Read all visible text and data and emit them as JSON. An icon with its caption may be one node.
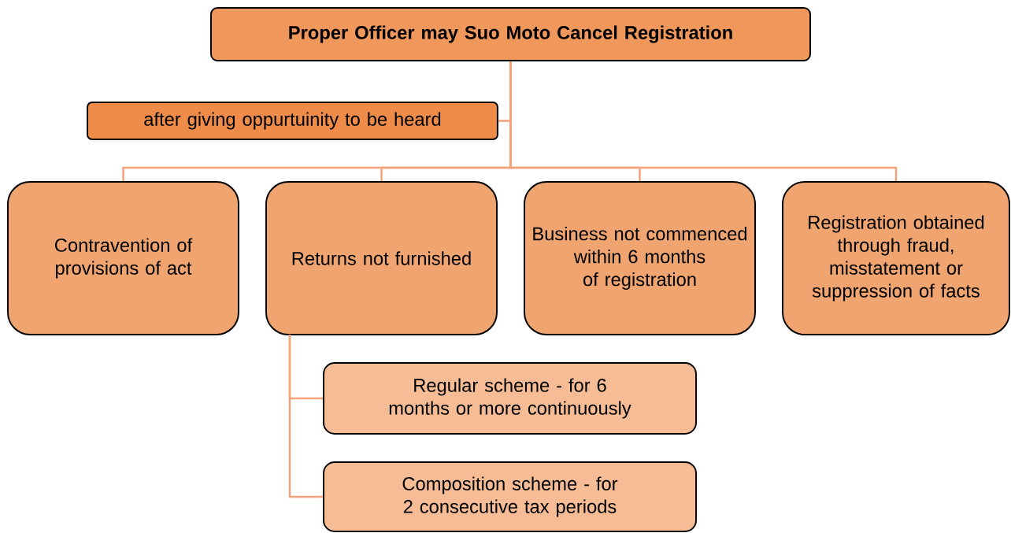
{
  "diagram": {
    "nodes": [
      {
        "text": [
          "Proper Officer may Suo Moto Cancel Registration"
        ]
      },
      {
        "text": [
          "after giving oppurtuinity to be heard"
        ]
      },
      {
        "text": [
          "Contravention of provisions of act"
        ]
      },
      {
        "text": [
          "Returns not furnished"
        ]
      },
      {
        "text": [
          "Business not commenced within 6 months of registration"
        ]
      },
      {
        "text": [
          "Registration obtained through fraud, misstatement or suppression of facts"
        ]
      },
      {
        "text": [
          "Regular scheme - for 6 months or more continuously"
        ]
      },
      {
        "text": [
          "Composition scheme - for 2 consecutive tax periods"
        ]
      }
    ],
    "edges": [
      {
        "from": 0,
        "to": 1,
        "arrow": "none"
      },
      {
        "from": 0,
        "to": 2,
        "arrow": "none"
      },
      {
        "from": 0,
        "to": 3,
        "arrow": "none"
      },
      {
        "from": 0,
        "to": 4,
        "arrow": "none"
      },
      {
        "from": 0,
        "to": 5,
        "arrow": "none"
      },
      {
        "from": 3,
        "to": 6,
        "arrow": "none"
      },
      {
        "from": 3,
        "to": 7,
        "arrow": "none"
      }
    ]
  }
}
